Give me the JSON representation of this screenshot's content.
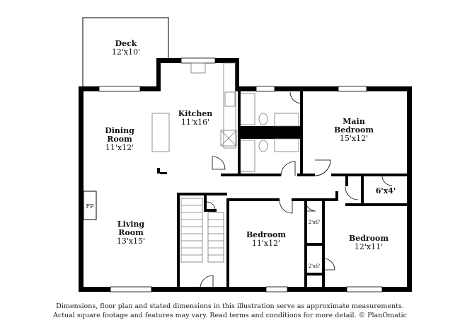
{
  "rooms": {
    "deck": {
      "name": "Deck",
      "dims": "12'x10'"
    },
    "kitchen": {
      "name": "Kitchen",
      "dims": "11'x16'"
    },
    "dining": {
      "name_line1": "Dining",
      "name_line2": "Room",
      "dims": "11'x12'"
    },
    "main_bedroom": {
      "name_line1": "Main",
      "name_line2": "Bedroom",
      "dims": "15'x12'"
    },
    "closet_main": {
      "dims": "6'x4'"
    },
    "living": {
      "name_line1": "Living",
      "name_line2": "Room",
      "dims": "13'x15'"
    },
    "bedroom_center": {
      "name": "Bedroom",
      "dims": "11'x12'"
    },
    "bedroom_right": {
      "name": "Bedroom",
      "dims": "12'x11'"
    },
    "closet_a": {
      "dims": "2'x6'"
    },
    "closet_b": {
      "dims": "2'x6'"
    }
  },
  "fireplace": "FP",
  "disclaimer": {
    "line1": "Dimensions, floor plan and stated dimensions in this illustration serve as approximate measurements.",
    "line2": "Actual square footage and features may vary. Read terms and conditions for more detail. © PlanOmatic"
  },
  "colors": {
    "wall": "#000000",
    "background": "#ffffff",
    "fixture": "#777777"
  }
}
